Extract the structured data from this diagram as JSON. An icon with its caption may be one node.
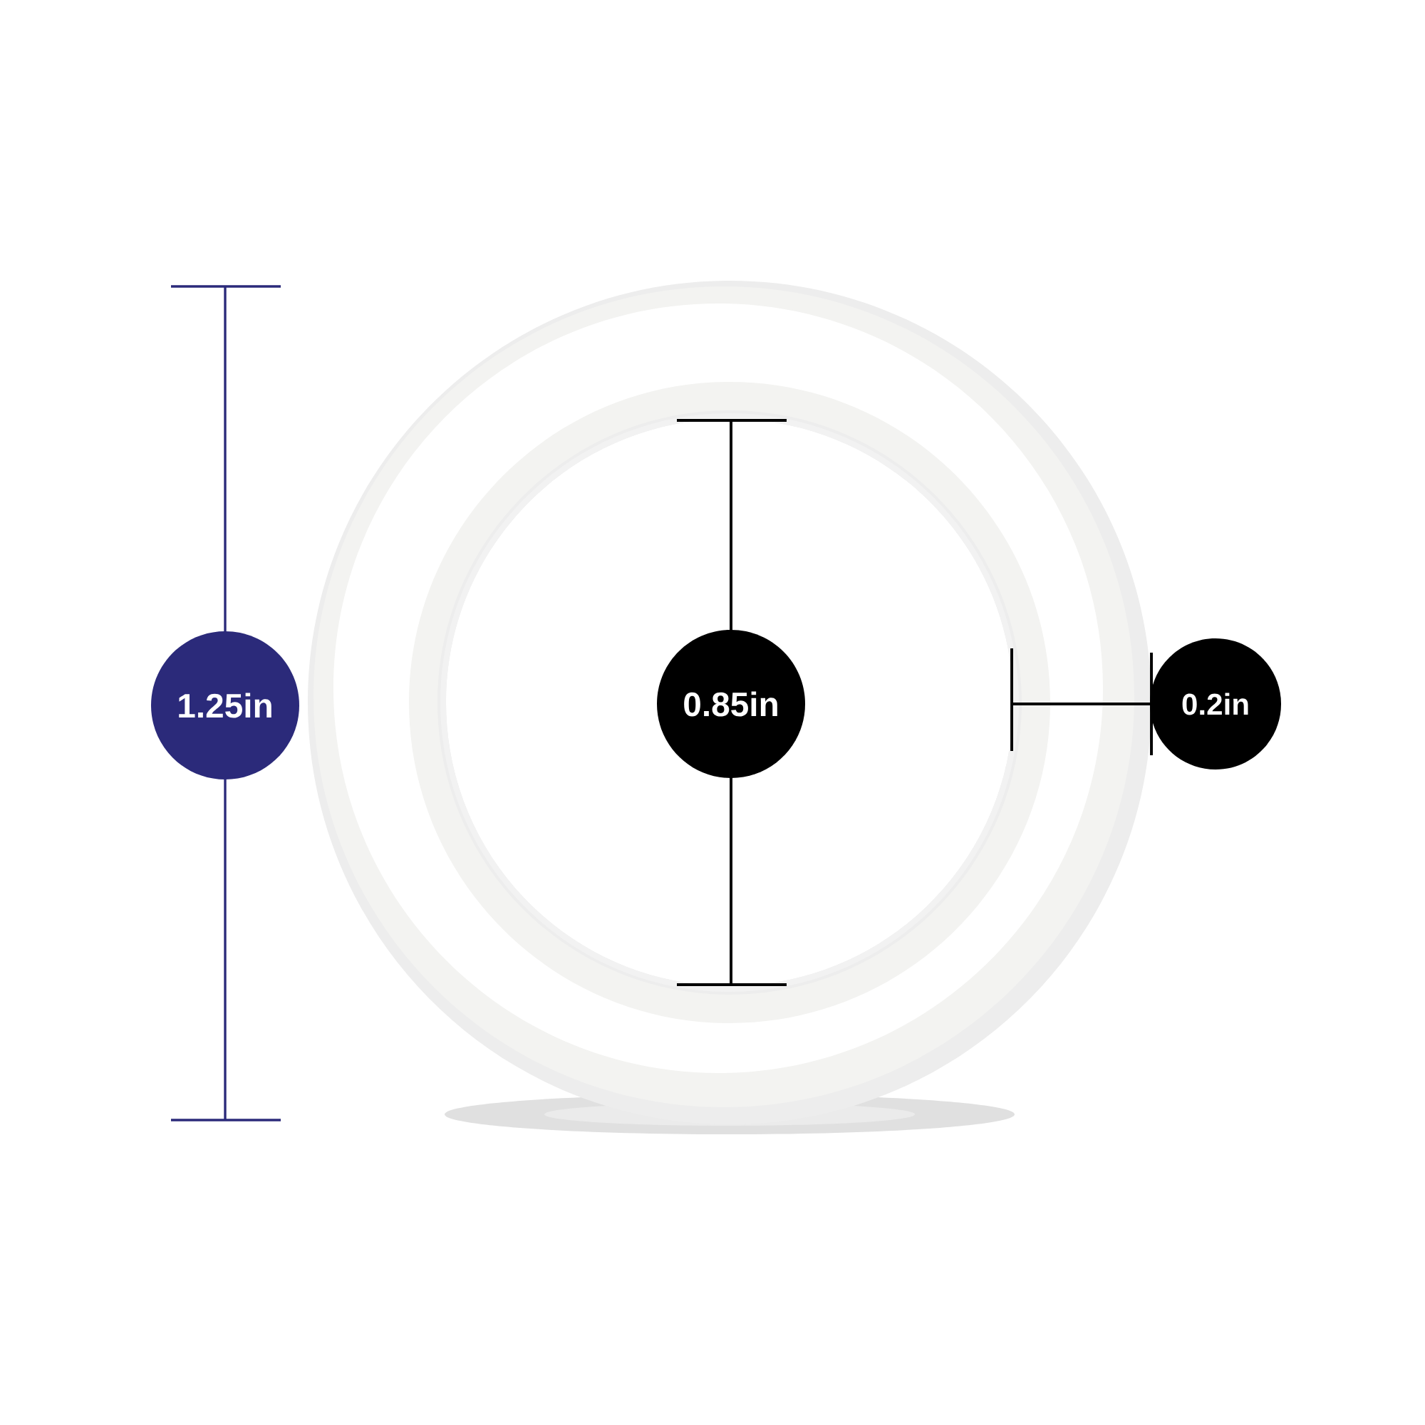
{
  "diagram": {
    "nodes": [
      {
        "text": [
          "1.25in"
        ]
      },
      {
        "text": [
          "0.85in"
        ]
      },
      {
        "text": [
          "0.2in"
        ]
      }
    ]
  }
}
